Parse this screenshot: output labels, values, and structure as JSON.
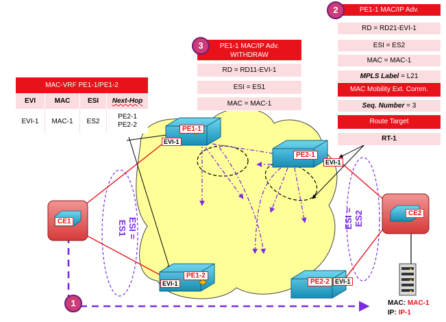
{
  "mac_vrf_table": {
    "title": "MAC-VRF PE1-1/PE1-2",
    "headers": [
      "EVI",
      "MAC",
      "ESI",
      "Next-Hop"
    ],
    "row": {
      "evi": "EVI-1",
      "mac": "MAC-1",
      "esi": "ES2",
      "next_hop_1": "PE2-1",
      "next_hop_2": "PE2-2"
    }
  },
  "withdraw_box": {
    "badge": "3",
    "title_line1": "PE1-1 MAC/IP Adv.",
    "title_line2": "WITHDRAW",
    "rd": "RD = RD11-EVI-1",
    "esi": "ESI = ES1",
    "mac": "MAC = MAC-1"
  },
  "adv_box": {
    "badge": "2",
    "title": "PE1-1 MAC/IP Adv.",
    "rd": "RD = RD21-EVI-1",
    "esi": "ESI = ES2",
    "mac": "MAC = MAC-1",
    "mpls_label_key": "MPLS Label",
    "mpls_label_val": " = L21",
    "mac_mobility": "MAC Mobility Ext. Comm.",
    "seq_key": "Seq. Number",
    "seq_val": " = 3",
    "route_target": "Route Target",
    "rt": "RT-1"
  },
  "devices": {
    "ce1": "CE1",
    "ce2": "CE2",
    "pe1_1": "PE1-1",
    "pe1_2": "PE1-2",
    "pe2_1": "PE2-1",
    "pe2_2": "PE2-2",
    "evi_tag": "EVI-1"
  },
  "esi_labels": {
    "esi1": "ESI = ES1",
    "esi2": "ESI = ES2"
  },
  "host": {
    "mac_key": "MAC:",
    "mac_val": "MAC-1",
    "ip_key": "IP:",
    "ip_val": "IP-1"
  },
  "flow_badge": "1",
  "colors": {
    "accent_red": "#e8121b",
    "row_pink": "#fbdde1",
    "cloud_yellow": "#ffff99",
    "flow_purple": "#7a2be2",
    "router_cyan": "#2fb7d9"
  }
}
